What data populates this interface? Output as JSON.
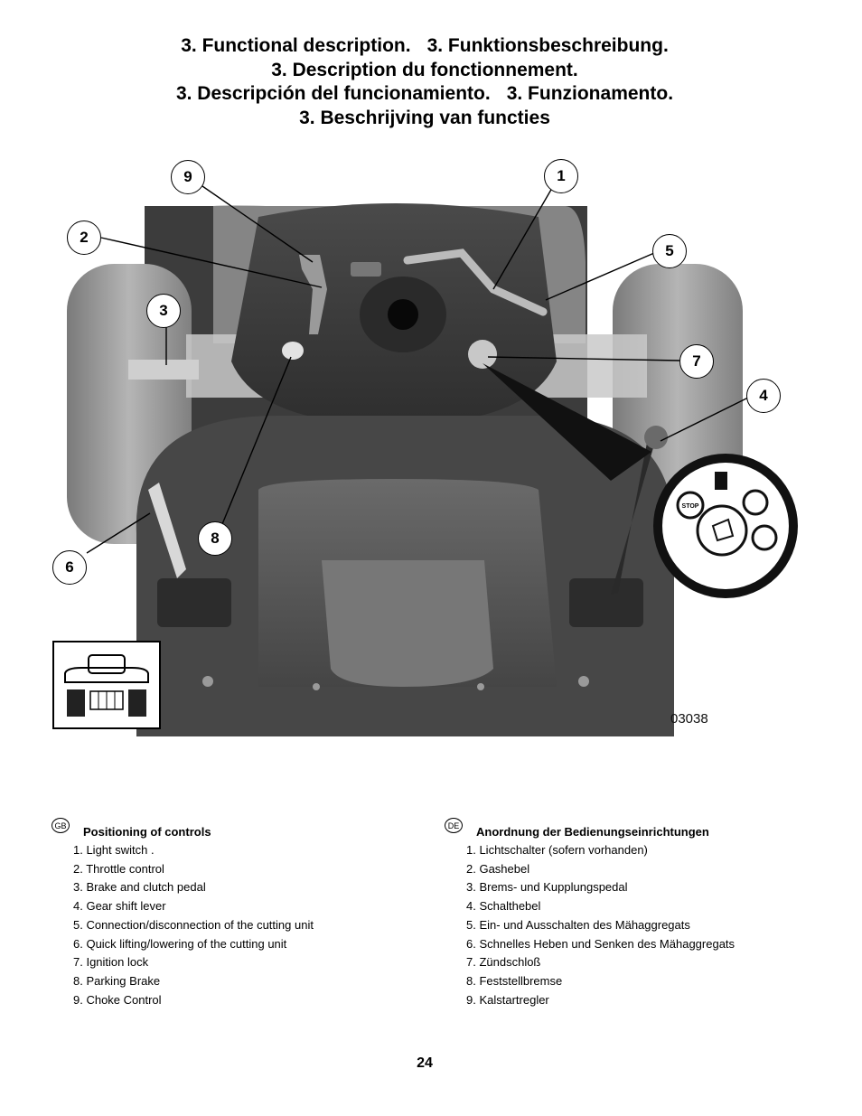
{
  "header": {
    "lines": [
      [
        "3. Functional description.",
        "3. Funktionsbeschreibung."
      ],
      [
        "3. Description du fonctionnement."
      ],
      [
        "3. Descripción del funcionamiento.",
        "3. Funzionamento."
      ],
      [
        "3. Beschrijving van functies"
      ]
    ]
  },
  "figure": {
    "code": "03038",
    "callouts": [
      "1",
      "2",
      "3",
      "4",
      "5",
      "6",
      "7",
      "8",
      "9"
    ],
    "ignition_labels": [
      "STOP"
    ],
    "colors": {
      "body": "#3a3a3a",
      "fender": "#8c8c8c",
      "seat": "#5a5a5a",
      "wheel": "#9a9a9a"
    }
  },
  "legend_gb": {
    "badge": "GB",
    "title": "Positioning of controls",
    "items": [
      "1. Light switch .",
      "2. Throttle control",
      "3. Brake and clutch pedal",
      "4. Gear shift  lever",
      "5. Connection/disconnection of the cutting unit",
      "6. Quick lifting/lowering  of the cutting unit",
      "7. Ignition lock",
      "8. Parking Brake",
      "9. Choke Control"
    ]
  },
  "legend_de": {
    "badge": "DE",
    "title": "Anordnung der Bedienungseinrichtungen",
    "items": [
      "1. Lichtschalter (sofern vorhanden)",
      "2. Gashebel",
      "3. Brems- und Kupplungspedal",
      "4. Schalthebel",
      "5. Ein- und Ausschalten des Mähaggregats",
      "6. Schnelles Heben und Senken des Mähaggregats",
      "7. Zündschloß",
      "8. Feststellbremse",
      "9. Kalstartregler"
    ]
  },
  "page": {
    "number": "24"
  }
}
